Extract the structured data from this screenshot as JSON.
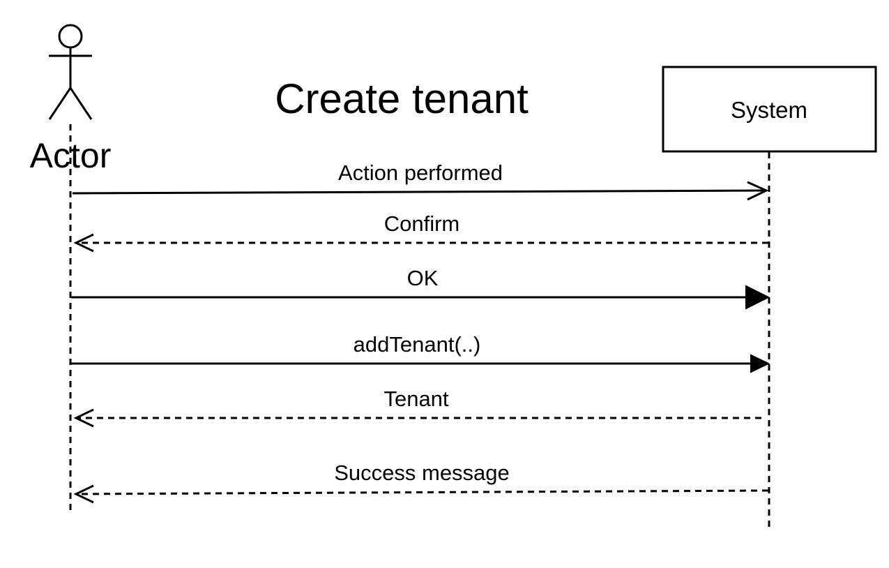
{
  "title": "Create tenant",
  "actor": {
    "label": "Actor"
  },
  "system": {
    "label": "System"
  },
  "messages": [
    {
      "label": "Action performed",
      "from": "Actor",
      "to": "System",
      "style": "solid",
      "arrowhead": "open"
    },
    {
      "label": "Confirm",
      "from": "System",
      "to": "Actor",
      "style": "dashed",
      "arrowhead": "open"
    },
    {
      "label": "OK",
      "from": "Actor",
      "to": "System",
      "style": "solid",
      "arrowhead": "filled"
    },
    {
      "label": "addTenant(..)",
      "from": "Actor",
      "to": "System",
      "style": "solid",
      "arrowhead": "filled"
    },
    {
      "label": "Tenant",
      "from": "System",
      "to": "Actor",
      "style": "dashed",
      "arrowhead": "open"
    },
    {
      "label": "Success message",
      "from": "System",
      "to": "Actor",
      "style": "dashed",
      "arrowhead": "open"
    }
  ]
}
